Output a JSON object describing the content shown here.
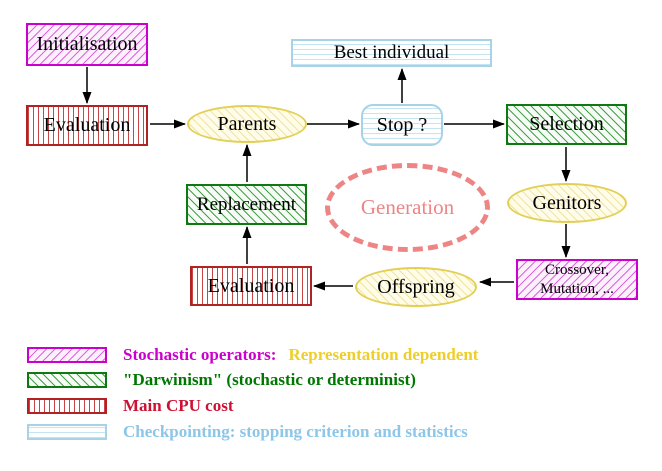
{
  "diagram": {
    "nodes": {
      "initialisation": {
        "label": "Initialisation"
      },
      "evaluation_top": {
        "label": "Evaluation"
      },
      "parents": {
        "label": "Parents"
      },
      "best_individual": {
        "label": "Best individual"
      },
      "stop": {
        "label": "Stop ?"
      },
      "selection": {
        "label": "Selection"
      },
      "genitors": {
        "label": "Genitors"
      },
      "crossover_mutation": {
        "line1": "Crossover,",
        "line2": "Mutation, ..."
      },
      "offspring": {
        "label": "Offspring"
      },
      "evaluation_bottom": {
        "label": "Evaluation"
      },
      "replacement": {
        "label": "Replacement"
      },
      "generation": {
        "label": "Generation"
      }
    }
  },
  "legend": {
    "items": [
      {
        "swatch": "magenta-diagonal-hatch",
        "label": "Stochastic operators:",
        "label2": "Representation dependent"
      },
      {
        "swatch": "green-diagonal-hatch",
        "label": "\"Darwinism\" (stochastic or determinist)"
      },
      {
        "swatch": "red-vertical-lines",
        "label": "Main CPU cost"
      },
      {
        "swatch": "cyan-horizontal-lines",
        "label": "Checkpointing: stopping criterion and statistics"
      }
    ]
  },
  "colors": {
    "magenta": "#cc00cc",
    "magenta-line": "#dd66dd",
    "magenta-bg": "#fdf0fd",
    "red": "#b22222",
    "red-line": "#c64545",
    "red-text": "#cc1133",
    "green": "#117711",
    "green-line": "#44a244",
    "green-text": "#007700",
    "cyan": "#a6d4e6",
    "cyan-line": "#c4e4f2",
    "cyan-text": "#8cc6e8",
    "yellow": "#e3cf55",
    "yellow-line": "#efe3a2",
    "yellow-bg": "#fffde9",
    "gold-text": "#eecf2a",
    "salmon": "#ee8585",
    "arrow": "#000000"
  }
}
